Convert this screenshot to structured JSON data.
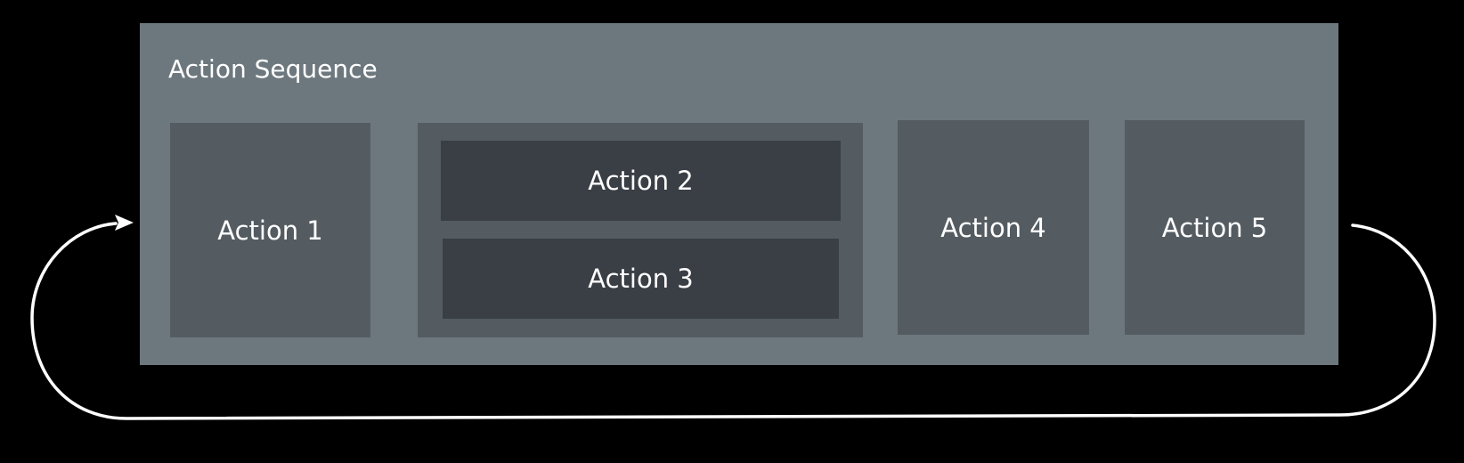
{
  "diagram": {
    "title": "Action Sequence",
    "actions": [
      {
        "label": "Action 1"
      },
      {
        "label": "Action 2"
      },
      {
        "label": "Action 3"
      },
      {
        "label": "Action 4"
      },
      {
        "label": "Action 5"
      }
    ],
    "colors": {
      "background": "#000000",
      "sequence_fill": "#6d787e",
      "action_fill": "#545c62",
      "inner_action_fill": "#3a3f46",
      "text": "#ffffff",
      "arrow": "#ffffff"
    },
    "loop": "Action 5 loops back to Action 1"
  }
}
